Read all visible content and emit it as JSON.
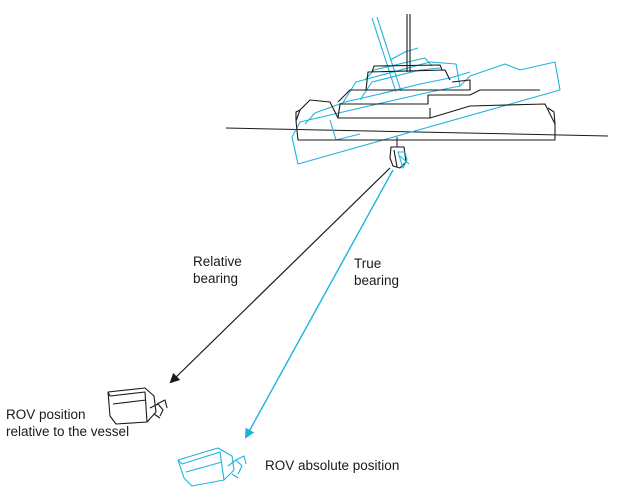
{
  "colors": {
    "black": "#1a1a1a",
    "cyan": "#1fb3dc"
  },
  "labels": {
    "relative_bearing": [
      "Relative",
      "bearing"
    ],
    "true_bearing": [
      "True",
      "bearing"
    ],
    "rov_relative": [
      "ROV position",
      "relative to the vessel"
    ],
    "rov_absolute": "ROV absolute position"
  },
  "icons": {
    "vessel_relative": "vessel-outline-icon",
    "vessel_true": "vessel-rotated-icon",
    "rov_relative": "rov-icon",
    "rov_absolute": "rov-icon"
  }
}
